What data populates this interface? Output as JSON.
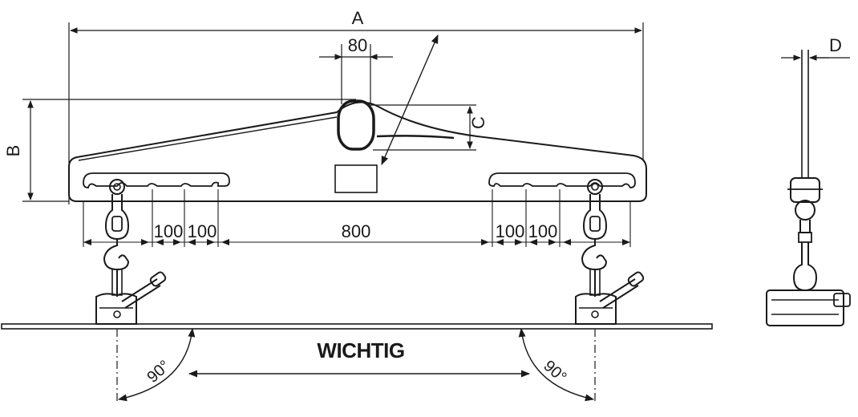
{
  "labels": {
    "A": "A",
    "B": "B",
    "C": "C",
    "D": "D",
    "top_80": "80",
    "d100_l1": "100",
    "d100_l2": "100",
    "d800": "800",
    "d100_r1": "100",
    "d100_r2": "100",
    "angle_left": "90°",
    "angle_right": "90°",
    "wichtig": "WICHTIG"
  }
}
